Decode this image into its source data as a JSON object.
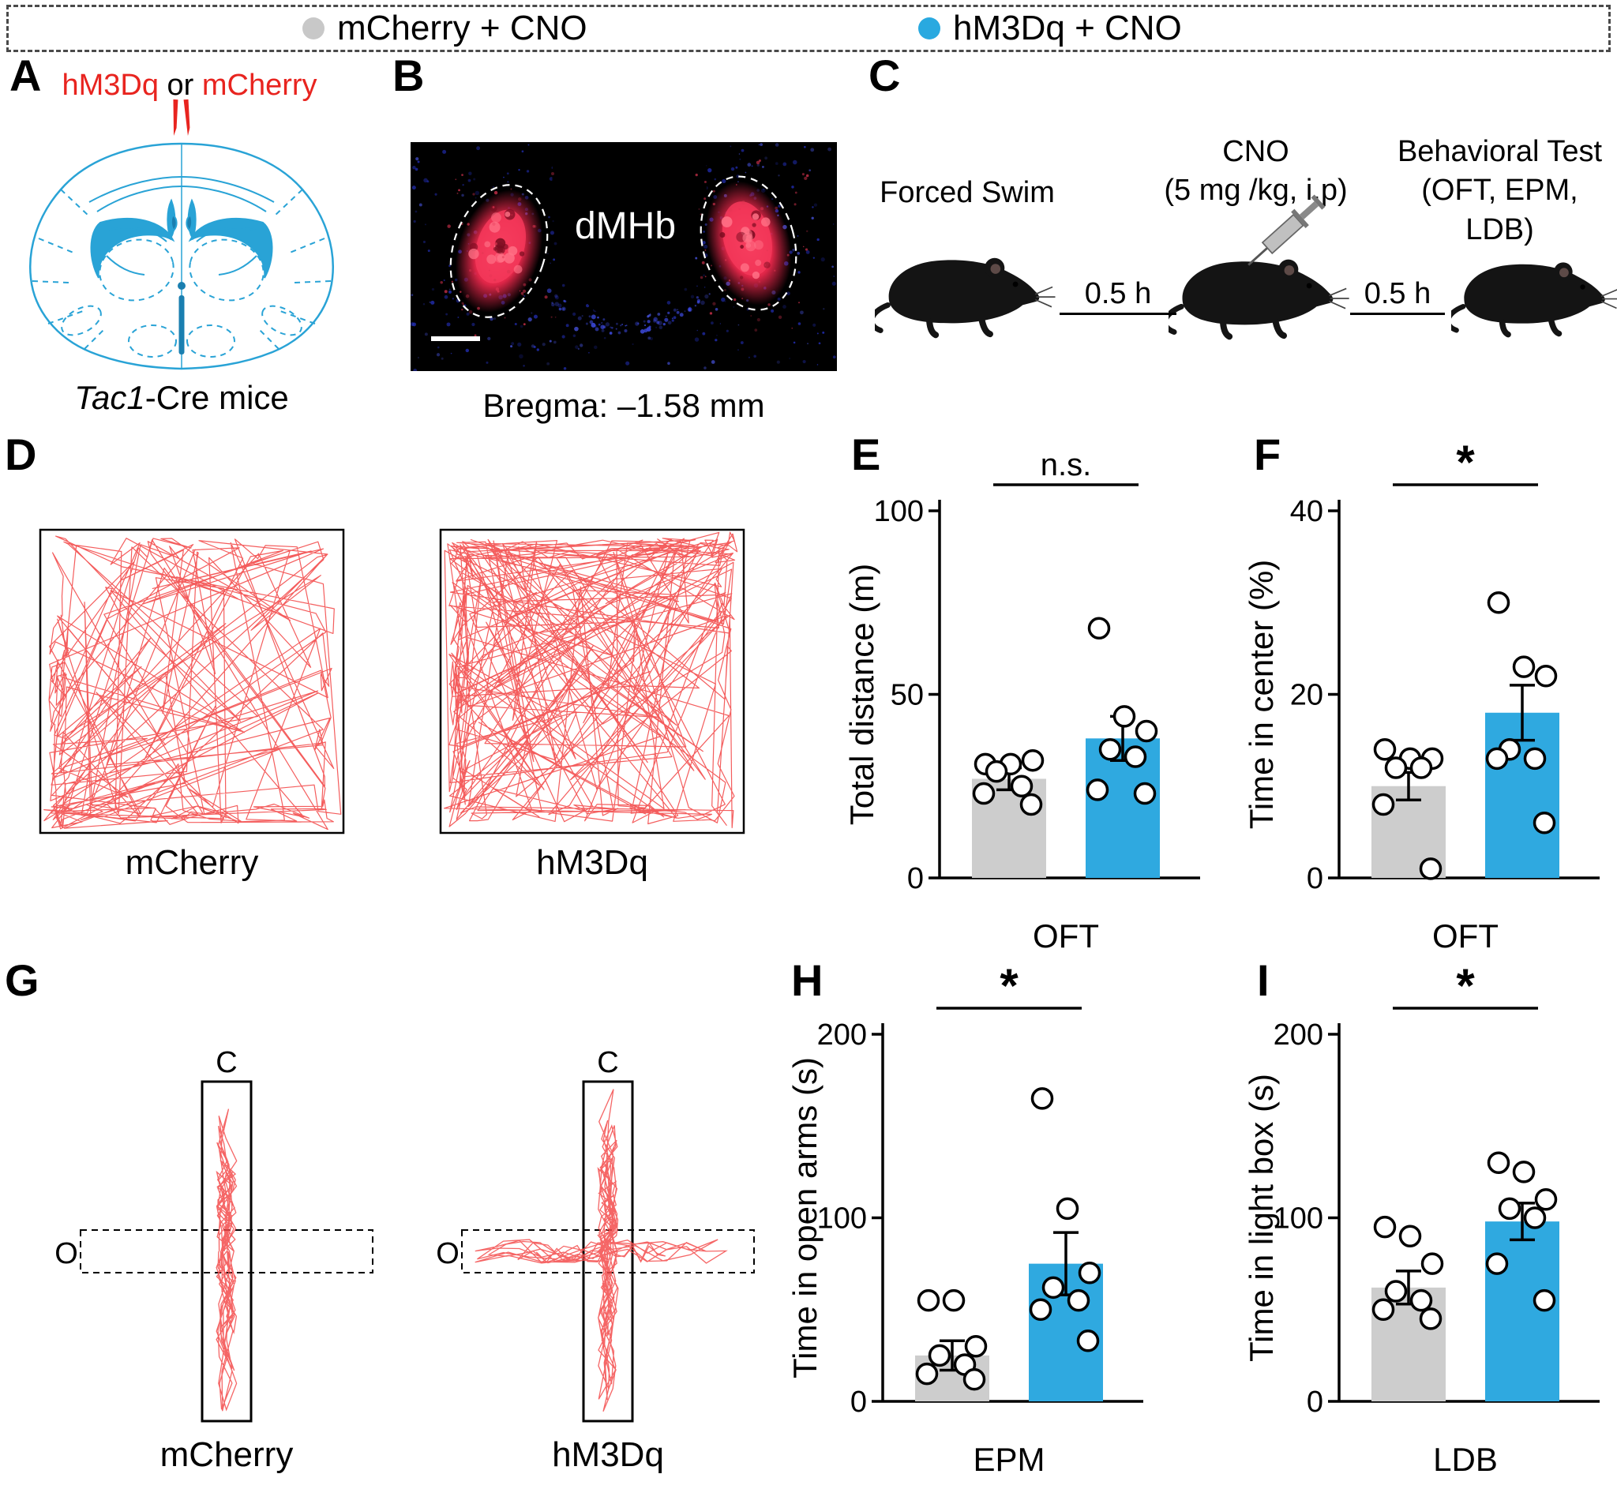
{
  "figure": {
    "legend": {
      "items": [
        {
          "label": "mCherry + CNO",
          "color": "#c8c8c8"
        },
        {
          "label": "hM3Dq + CNO",
          "color": "#29a9e0"
        }
      ]
    },
    "panel_a": {
      "letter": "A",
      "injection": {
        "part1": "hM3Dq",
        "part2": " or ",
        "part3": "mCherry"
      },
      "caption_italic": "Tac1",
      "caption_rest": "-Cre mice"
    },
    "panel_b": {
      "letter": "B",
      "region": "dMHb",
      "caption": "Bregma: –1.58 mm"
    },
    "panel_c": {
      "letter": "C",
      "step1_title": "Forced Swim",
      "step2_title": "CNO",
      "step2_sub": "(5 mg /kg, i.p)",
      "step3_title": "Behavioral Test",
      "step3_sub": "(OFT, EPM, LDB)",
      "interval1": "0.5 h",
      "interval2": "0.5 h"
    },
    "panel_d": {
      "letter": "D",
      "caption1": "mCherry",
      "caption2": "hM3Dq"
    },
    "panel_g": {
      "letter": "G",
      "caption1": "mCherry",
      "caption2": "hM3Dq",
      "closed_label": "C",
      "open_label": "O"
    }
  },
  "chart_data": [
    {
      "panel": "E",
      "type": "bar",
      "xlabel": "OFT",
      "ylabel": "Total distance (m)",
      "ylim": [
        0,
        100
      ],
      "yticks": [
        0,
        50,
        100
      ],
      "significance": "n.s.",
      "legend_position": "top-figure",
      "grid": false,
      "groups": [
        {
          "name": "mCherry + CNO",
          "color": "#cdcdcd",
          "mean": 27,
          "sem": 3,
          "points": [
            31,
            31,
            32,
            29,
            25,
            23,
            20
          ]
        },
        {
          "name": "hM3Dq + CNO",
          "color": "#2fa9e0",
          "mean": 38,
          "sem": 6,
          "points": [
            68,
            44,
            40,
            35,
            33,
            24,
            23
          ]
        }
      ]
    },
    {
      "panel": "F",
      "type": "bar",
      "xlabel": "OFT",
      "ylabel": "Time in center (%)",
      "ylim": [
        0,
        40
      ],
      "yticks": [
        0,
        20,
        40
      ],
      "significance": "*",
      "grid": false,
      "groups": [
        {
          "name": "mCherry + CNO",
          "color": "#cdcdcd",
          "mean": 10,
          "sem": 1.5,
          "points": [
            14,
            13,
            13,
            12,
            12,
            8,
            1
          ]
        },
        {
          "name": "hM3Dq + CNO",
          "color": "#2fa9e0",
          "mean": 18,
          "sem": 3,
          "points": [
            30,
            23,
            22,
            14,
            13,
            13,
            6
          ]
        }
      ]
    },
    {
      "panel": "H",
      "type": "bar",
      "xlabel": "EPM",
      "ylabel": "Time in open arms (s)",
      "ylim": [
        0,
        200
      ],
      "yticks": [
        0,
        100,
        200
      ],
      "significance": "*",
      "grid": false,
      "groups": [
        {
          "name": "mCherry + CNO",
          "color": "#cdcdcd",
          "mean": 25,
          "sem": 8,
          "points": [
            55,
            55,
            30,
            25,
            20,
            15,
            12
          ]
        },
        {
          "name": "hM3Dq + CNO",
          "color": "#2fa9e0",
          "mean": 75,
          "sem": 17,
          "points": [
            165,
            105,
            70,
            62,
            55,
            50,
            33
          ]
        }
      ]
    },
    {
      "panel": "I",
      "type": "bar",
      "xlabel": "LDB",
      "ylabel": "Time in light box (s)",
      "ylim": [
        0,
        200
      ],
      "yticks": [
        0,
        100,
        200
      ],
      "significance": "*",
      "grid": false,
      "groups": [
        {
          "name": "mCherry + CNO",
          "color": "#cdcdcd",
          "mean": 62,
          "sem": 9,
          "points": [
            95,
            90,
            75,
            60,
            55,
            50,
            45
          ]
        },
        {
          "name": "hM3Dq + CNO",
          "color": "#2fa9e0",
          "mean": 98,
          "sem": 10,
          "points": [
            130,
            125,
            110,
            105,
            100,
            75,
            55
          ]
        }
      ]
    }
  ]
}
